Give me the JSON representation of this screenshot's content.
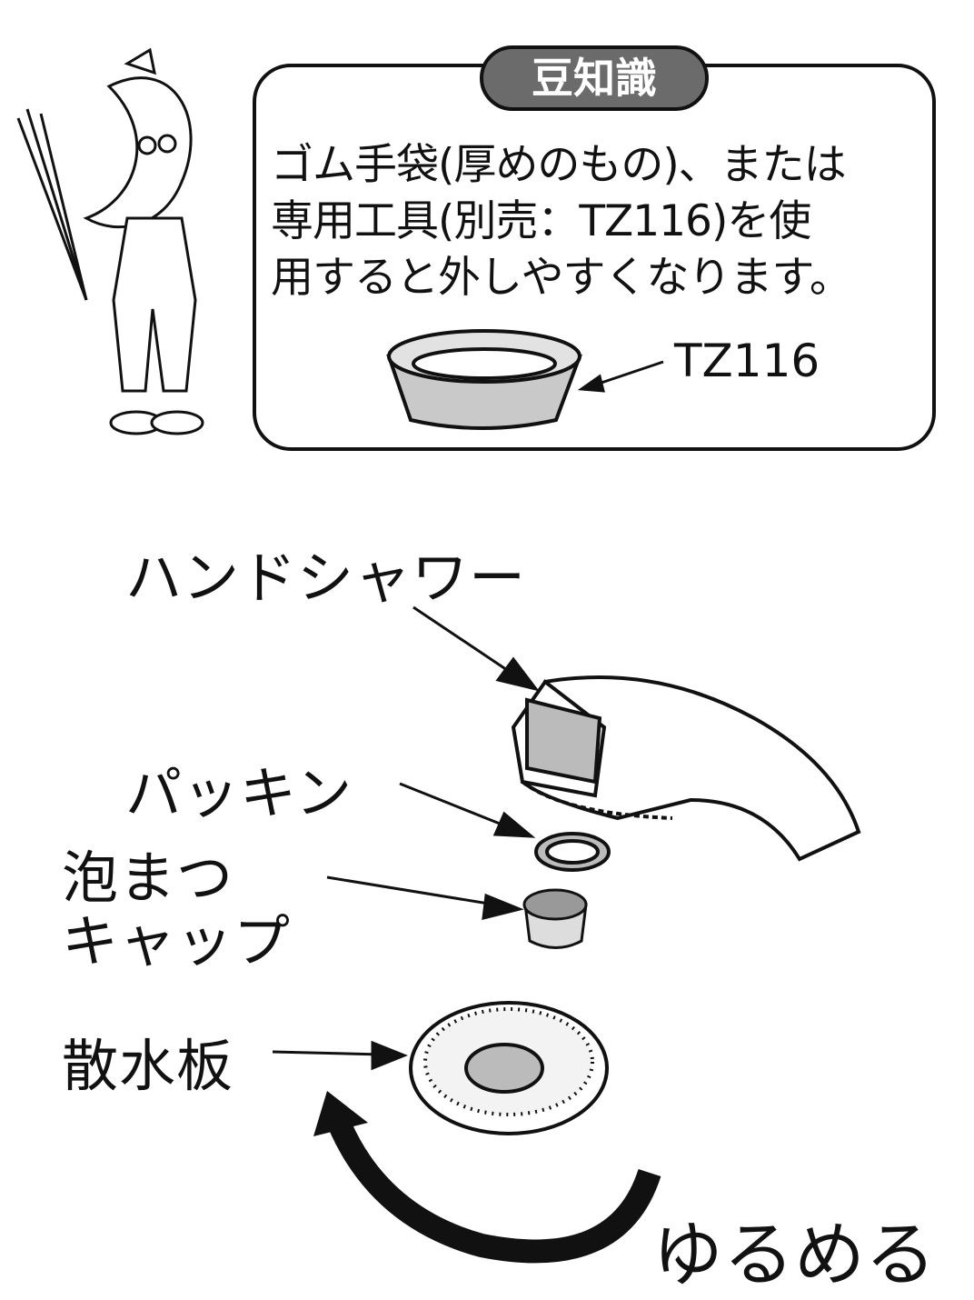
{
  "tip": {
    "title": "豆知識",
    "lines": [
      "ゴム手袋(厚めのもの)、または",
      "専用工具(別売：TZ116)を使",
      "用すると外しやすくなります。"
    ],
    "tool_label": "TZ116"
  },
  "parts": {
    "hand_shower": "ハンドシャワー",
    "packing": "パッキン",
    "foam_cap_line1": "泡まつ",
    "foam_cap_line2": "キャップ",
    "spray_plate": "散水板"
  },
  "action": "ゆるめる"
}
